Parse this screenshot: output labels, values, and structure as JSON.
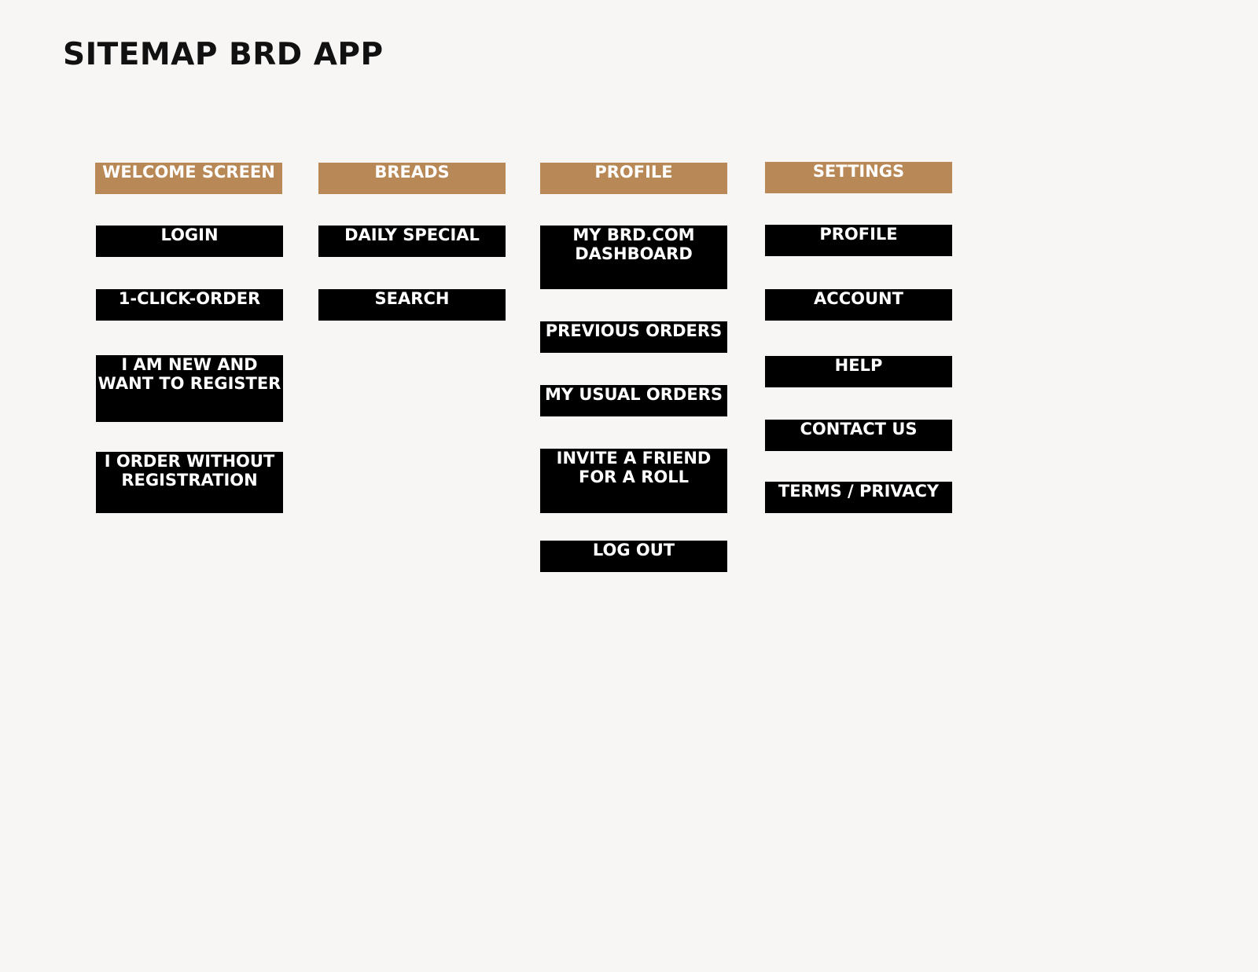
{
  "title": "SITEMAP BRD APP",
  "colors": {
    "background": "#f7f6f5",
    "header": "#b88856",
    "item": "#000000",
    "text": "#ffffff"
  },
  "columns": [
    {
      "header": "WELCOME SCREEN",
      "items": [
        "LOGIN",
        "1-CLICK-ORDER",
        "I AM NEW AND\nWANT TO REGISTER",
        "I ORDER WITHOUT\nREGISTRATION"
      ]
    },
    {
      "header": "BREADS",
      "items": [
        "DAILY SPECIAL",
        "SEARCH"
      ]
    },
    {
      "header": "PROFILE",
      "items": [
        "MY BRD.COM\nDASHBOARD",
        "PREVIOUS ORDERS",
        "MY USUAL ORDERS",
        "INVITE A FRIEND\nFOR A ROLL",
        "LOG OUT"
      ]
    },
    {
      "header": "SETTINGS",
      "items": [
        "PROFILE",
        "ACCOUNT",
        "HELP",
        "CONTACT US",
        "TERMS / PRIVACY"
      ]
    }
  ]
}
